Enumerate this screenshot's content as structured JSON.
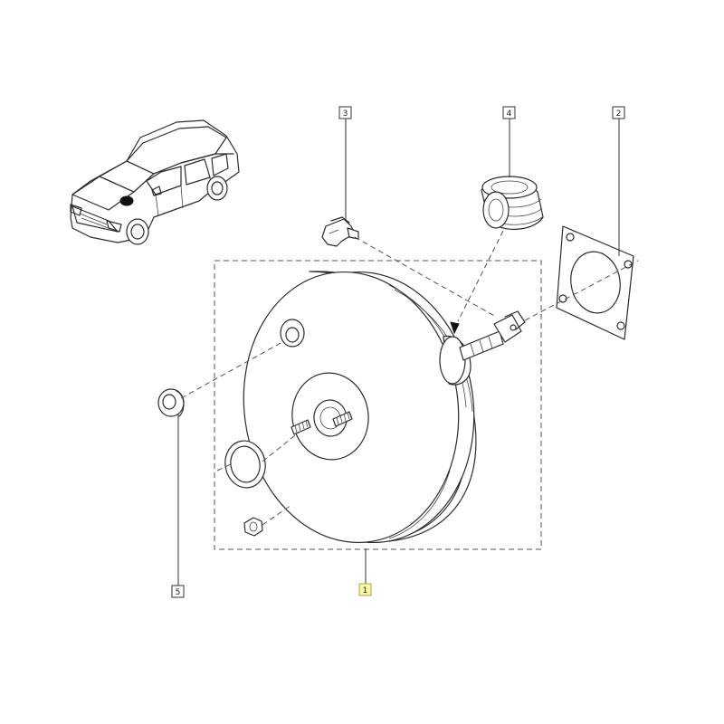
{
  "diagram": {
    "callouts": [
      {
        "id": "1",
        "label": "1",
        "highlighted": true
      },
      {
        "id": "2",
        "label": "2",
        "highlighted": false
      },
      {
        "id": "3",
        "label": "3",
        "highlighted": false
      },
      {
        "id": "4",
        "label": "4",
        "highlighted": false
      },
      {
        "id": "5",
        "label": "5",
        "highlighted": false
      }
    ],
    "colors": {
      "line": "#2b2b2b",
      "highlight_fill": "#f6f7a6",
      "highlight_stroke": "#a8a84a",
      "background": "#ffffff"
    },
    "icons": [
      "car-locator-icon",
      "brake-booster",
      "gasket",
      "grommet",
      "connector-clip",
      "o-ring",
      "nut",
      "seal-grommet"
    ]
  }
}
